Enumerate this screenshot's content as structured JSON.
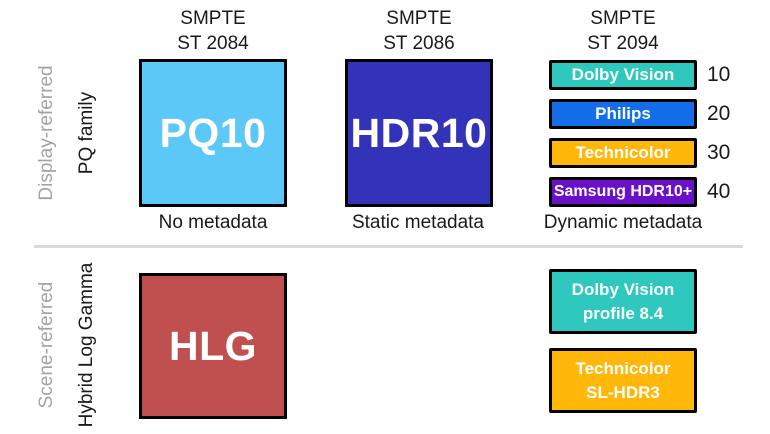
{
  "groups": [
    {
      "referred": "Display-referred",
      "family": "PQ family"
    },
    {
      "referred": "Scene-referred",
      "family": "Hybrid Log Gamma"
    }
  ],
  "standards": [
    {
      "line1": "SMPTE",
      "line2": "ST 2084",
      "metadata": "No metadata"
    },
    {
      "line1": "SMPTE",
      "line2": "ST 2086",
      "metadata": "Static metadata"
    },
    {
      "line1": "SMPTE",
      "line2": "ST 2094",
      "metadata": "Dynamic metadata"
    }
  ],
  "formats": {
    "pq10": {
      "label": "PQ10",
      "color": "#5BC8F7"
    },
    "hdr10": {
      "label": "HDR10",
      "color": "#3333B9"
    },
    "hlg": {
      "label": "HLG",
      "color": "#C04F4F"
    }
  },
  "dynamic_variants": [
    {
      "label": "Dolby Vision",
      "part": "10",
      "color": "#2EC8BE"
    },
    {
      "label": "Philips",
      "part": "20",
      "color": "#146DE9"
    },
    {
      "label": "Technicolor",
      "part": "30",
      "color": "#FFB70A"
    },
    {
      "label": "Samsung HDR10+",
      "part": "40",
      "color": "#6A10C8"
    }
  ],
  "scene_variants": [
    {
      "line1": "Dolby Vision",
      "line2": "profile 8.4",
      "color": "#2EC8BE"
    },
    {
      "line1": "Technicolor",
      "line2": "SL-HDR3",
      "color": "#FFB70A"
    }
  ],
  "colors": {
    "divider": "#D9D9D9",
    "muted_text": "#A3A3A3"
  }
}
